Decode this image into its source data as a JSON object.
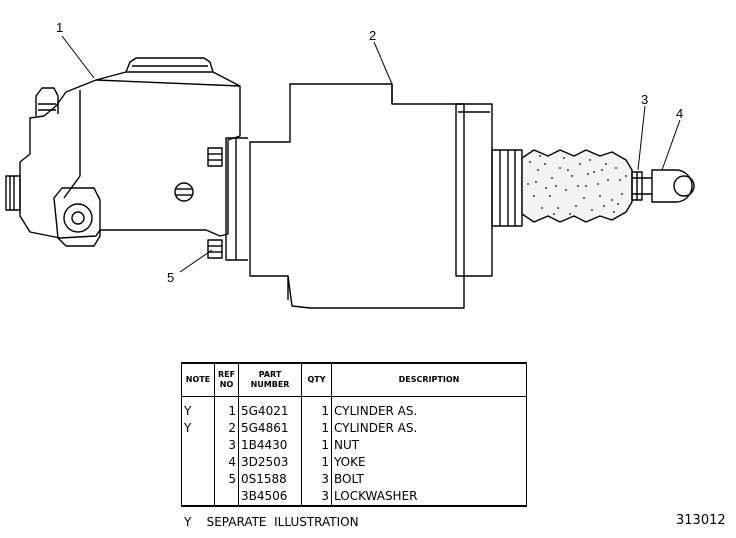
{
  "callouts": [
    "1",
    "2",
    "3",
    "4",
    "5"
  ],
  "table": {
    "headers": {
      "note": "NOTE",
      "ref_line1": "REF",
      "ref_line2": "NO",
      "part_line1": "PART",
      "part_line2": "NUMBER",
      "qty": "QTY",
      "description": "DESCRIPTION"
    },
    "rows": [
      {
        "note": "Y",
        "ref": "1",
        "part": "5G4021",
        "qty": "1",
        "description": "CYLINDER  AS."
      },
      {
        "note": "Y",
        "ref": "2",
        "part": "5G4861",
        "qty": "1",
        "description": "CYLINDER  AS."
      },
      {
        "note": "",
        "ref": "3",
        "part": "1B4430",
        "qty": "1",
        "description": "NUT"
      },
      {
        "note": "",
        "ref": "4",
        "part": "3D2503",
        "qty": "1",
        "description": "YOKE"
      },
      {
        "note": "",
        "ref": "5",
        "part": "0S1588",
        "qty": "3",
        "description": "BOLT"
      },
      {
        "note": "",
        "ref": "",
        "part": "3B4506",
        "qty": "3",
        "description": "LOCKWASHER"
      }
    ]
  },
  "footnote": "Y    SEPARATE  ILLUSTRATION",
  "figure_number": "313012"
}
